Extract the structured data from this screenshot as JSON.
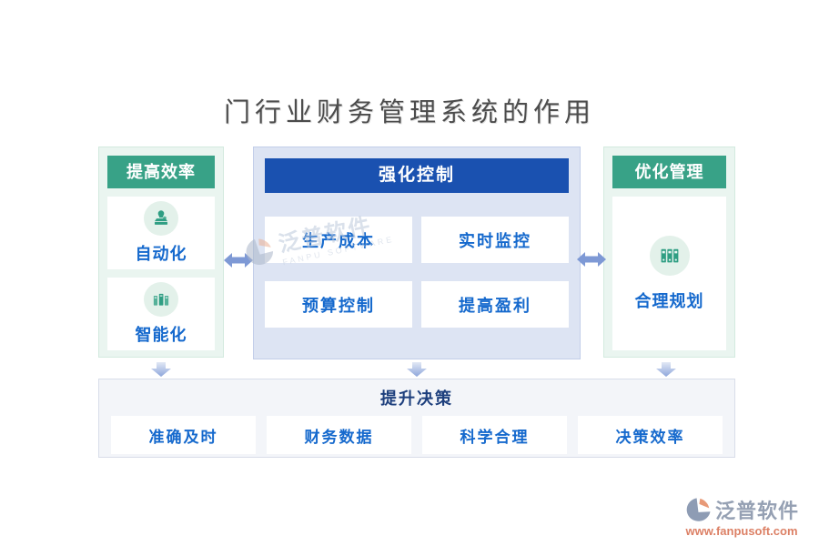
{
  "title": "门行业财务管理系统的作用",
  "panels": {
    "left": {
      "header": "提高效率",
      "items": [
        {
          "label": "自动化",
          "icon": "stamp-icon"
        },
        {
          "label": "智能化",
          "icon": "books-icon"
        }
      ]
    },
    "center": {
      "header": "强化控制",
      "items": [
        "生产成本",
        "实时监控",
        "预算控制",
        "提高盈利"
      ]
    },
    "right": {
      "header": "优化管理",
      "items": [
        {
          "label": "合理规划",
          "icon": "binders-icon"
        }
      ]
    },
    "bottom": {
      "header": "提升决策",
      "items": [
        "准确及时",
        "财务数据",
        "科学合理",
        "决策效率"
      ]
    }
  },
  "watermark": {
    "brand": "泛普软件",
    "brand_en": "FANPU SOFTWARE"
  },
  "footer": {
    "brand": "泛普软件",
    "url": "www.fanpusoft.com"
  },
  "colors": {
    "header_green": "#38a287",
    "header_blue": "#1a51b0",
    "card_text_blue": "#1569cd",
    "bottom_header_navy": "#1d3f7d",
    "arrow_blue": "#7e99d5",
    "brand_gray": "#95a0b3",
    "brand_salmon": "#dc8065"
  }
}
